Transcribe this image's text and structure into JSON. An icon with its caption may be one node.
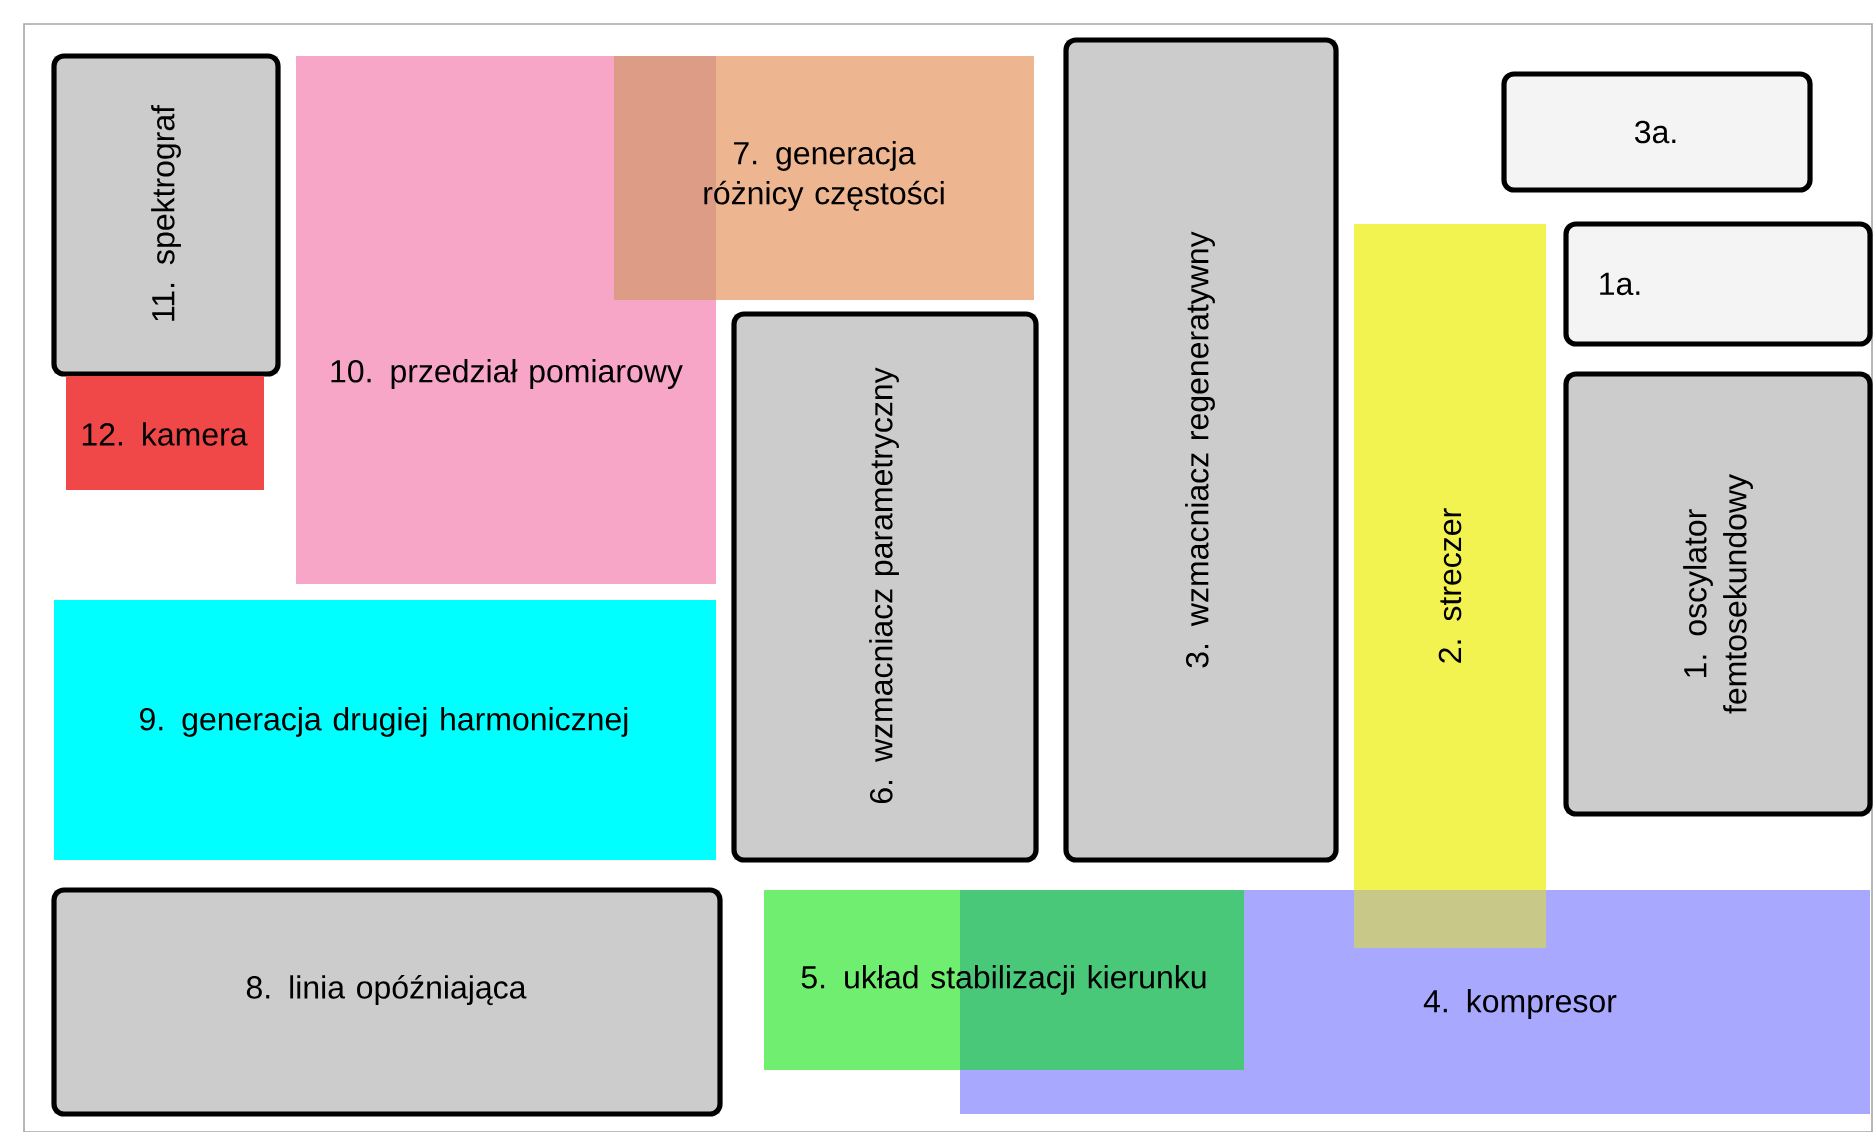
{
  "diagram": {
    "nodes": [
      {
        "text": [
          "11. spektrograf"
        ]
      },
      {
        "text": [
          "10. przedział pomiarowy"
        ]
      },
      {
        "text": [
          "7. generacja różnicy częstości"
        ]
      },
      {
        "text": [
          "3. wzmacniacz regeneratywny"
        ]
      },
      {
        "text": [
          "3a."
        ]
      },
      {
        "text": [
          "1a."
        ]
      },
      {
        "text": [
          "12. kamera"
        ]
      },
      {
        "text": [
          "6. wzmacniacz parametryczny"
        ]
      },
      {
        "text": [
          "2. streczer"
        ]
      },
      {
        "text": [
          "1. oscylator femtosekundowy"
        ]
      },
      {
        "text": [
          "9. generacja drugiej harmonicznej"
        ]
      },
      {
        "text": [
          "5. układ stabilizacji kierunku"
        ]
      },
      {
        "text": [
          "8. linia opóźniająca"
        ]
      },
      {
        "text": [
          "4. kompresor"
        ]
      }
    ]
  }
}
